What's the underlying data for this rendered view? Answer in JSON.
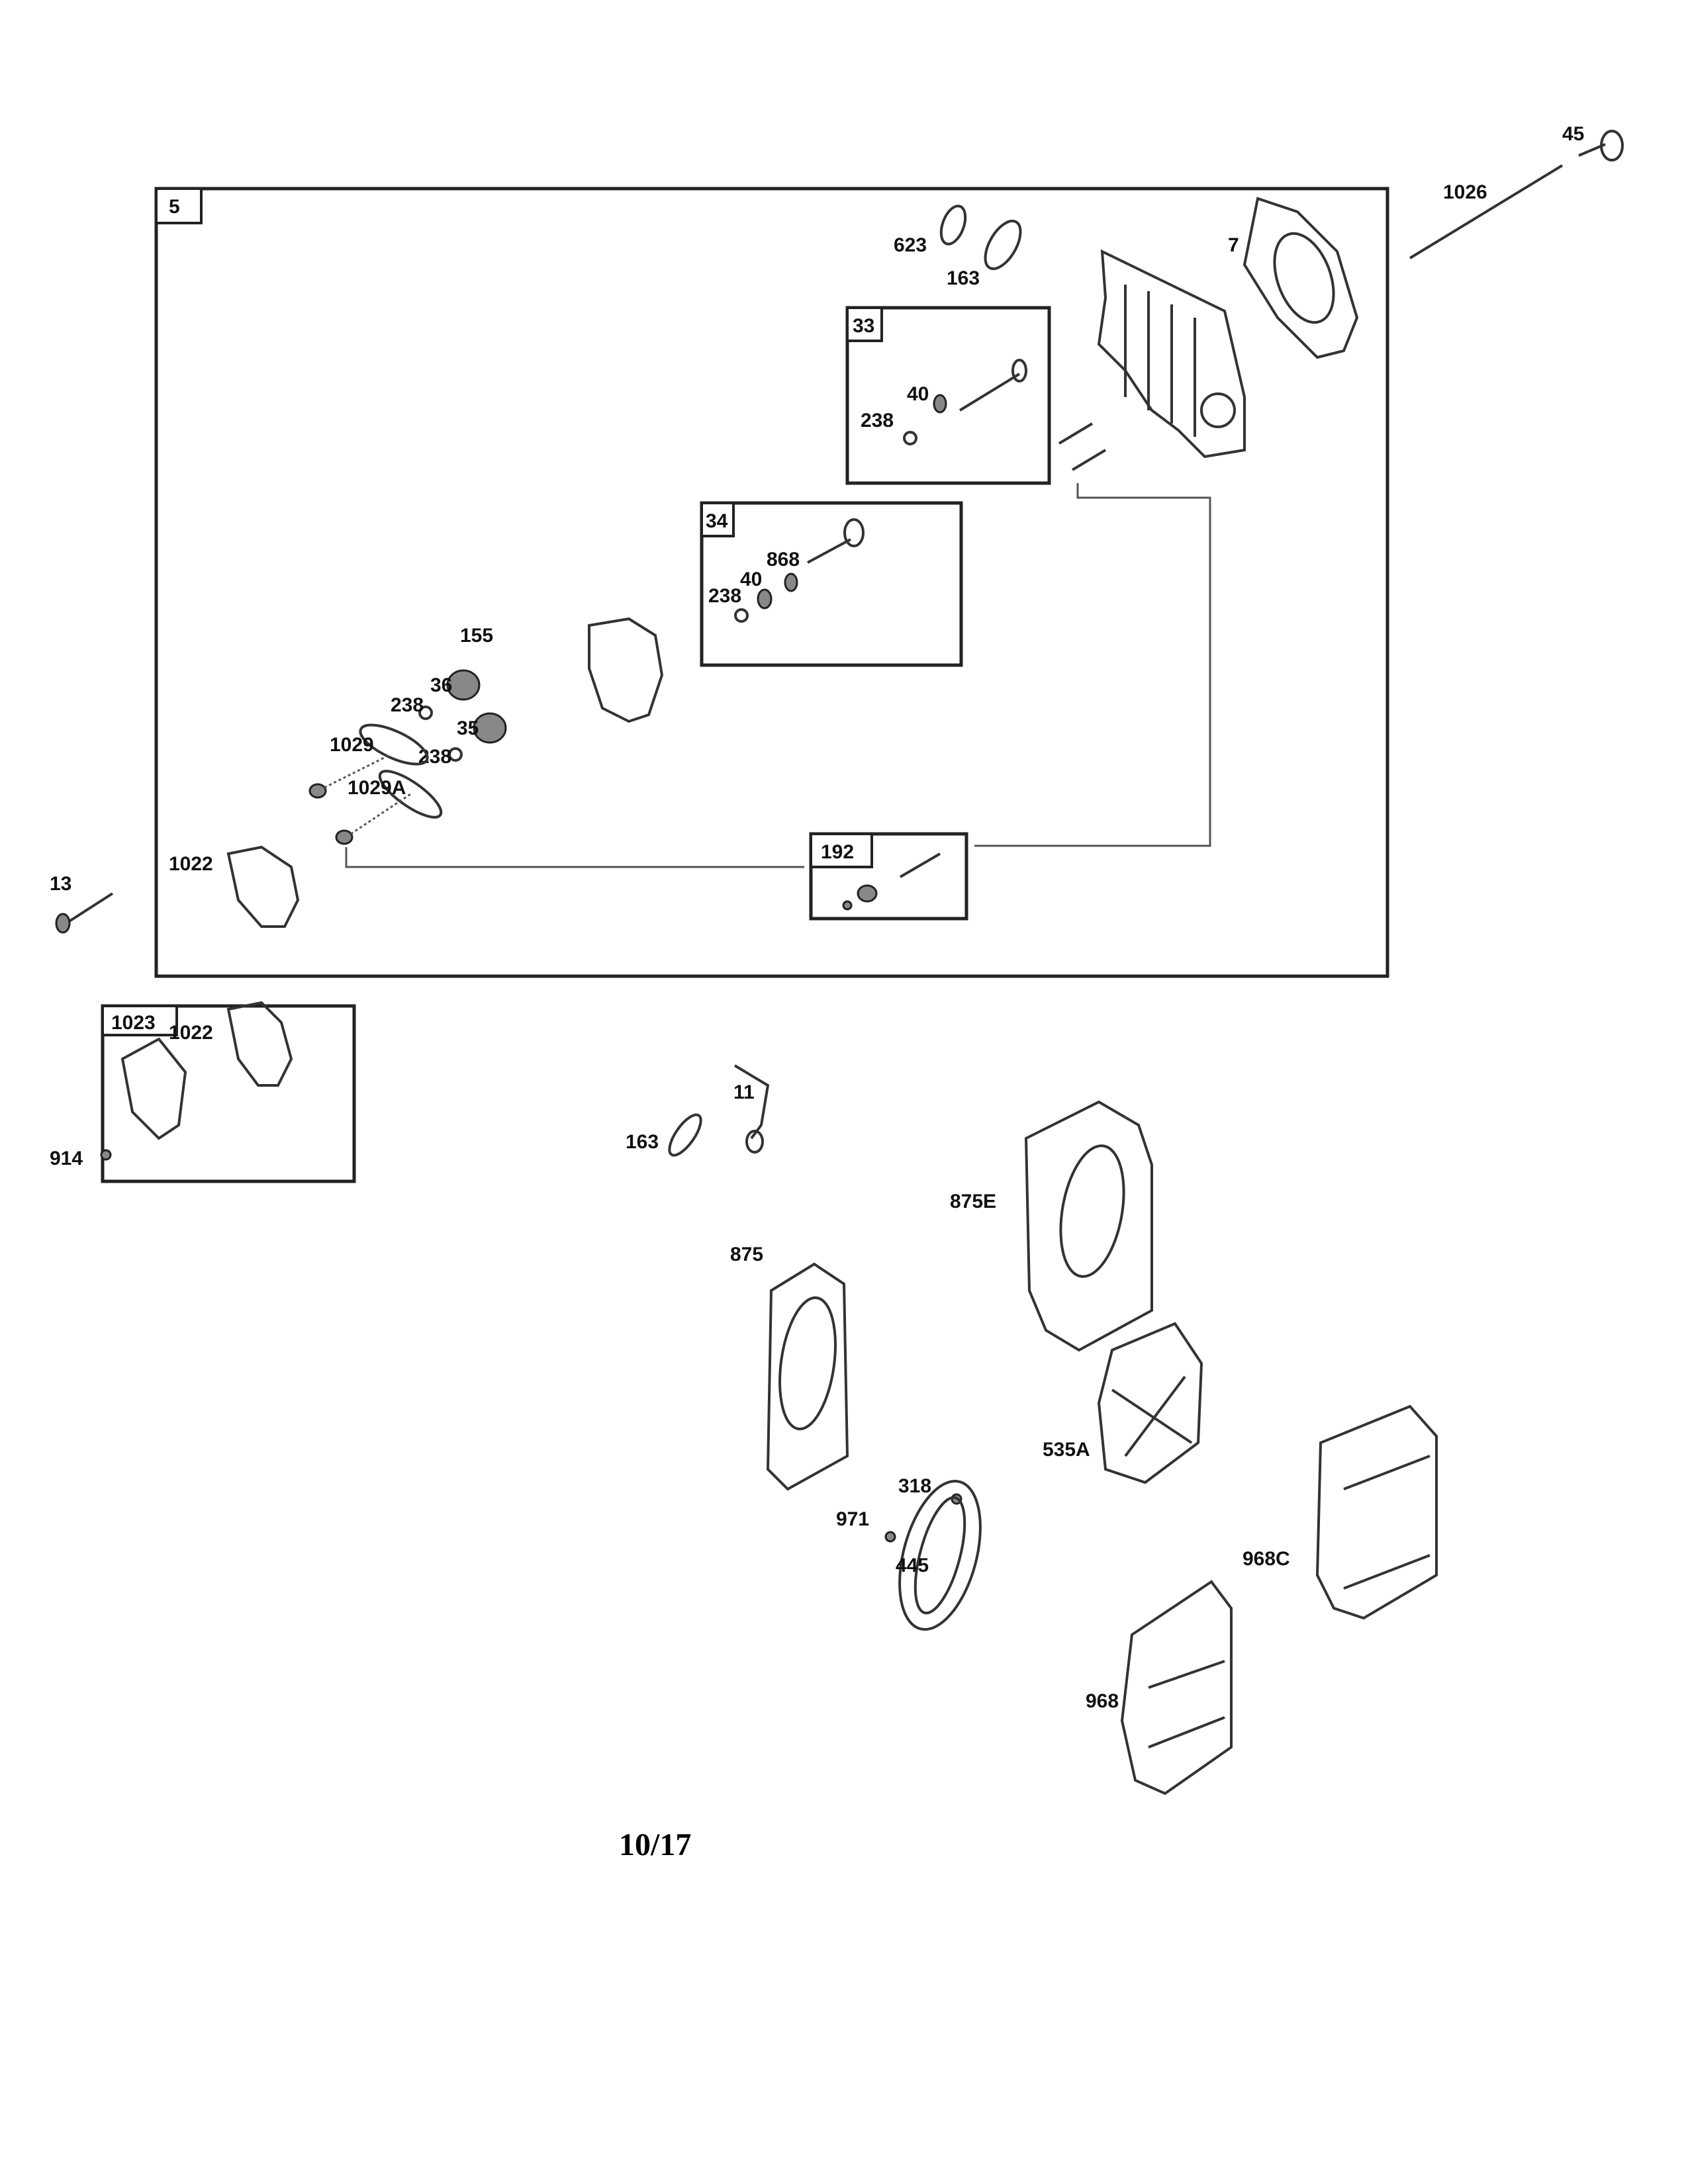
{
  "document": {
    "page_number": "10/17"
  },
  "groups": {
    "main_assembly": "5",
    "exhaust_valve_kit": "33",
    "intake_valve_kit": "34",
    "rocker_stud_kit": "192",
    "valve_cover_kit": "1023"
  },
  "labels": {
    "p45": "45",
    "p1026": "1026",
    "p623": "623",
    "p163_top": "163",
    "p7": "7",
    "p40_a": "40",
    "p238_a": "238",
    "p868": "868",
    "p40_b": "40",
    "p238_b": "238",
    "p155": "155",
    "p36": "36",
    "p238_c": "238",
    "p35": "35",
    "p1029": "1029",
    "p238_d": "238",
    "p1029A": "1029A",
    "p1022_main": "1022",
    "p13": "13",
    "p1022_kit": "1022",
    "p914": "914",
    "p11": "11",
    "p163_bottom": "163",
    "p875E": "875E",
    "p875": "875",
    "p318": "318",
    "p971": "971",
    "p535A": "535A",
    "p445": "445",
    "p968C": "968C",
    "p968": "968"
  }
}
